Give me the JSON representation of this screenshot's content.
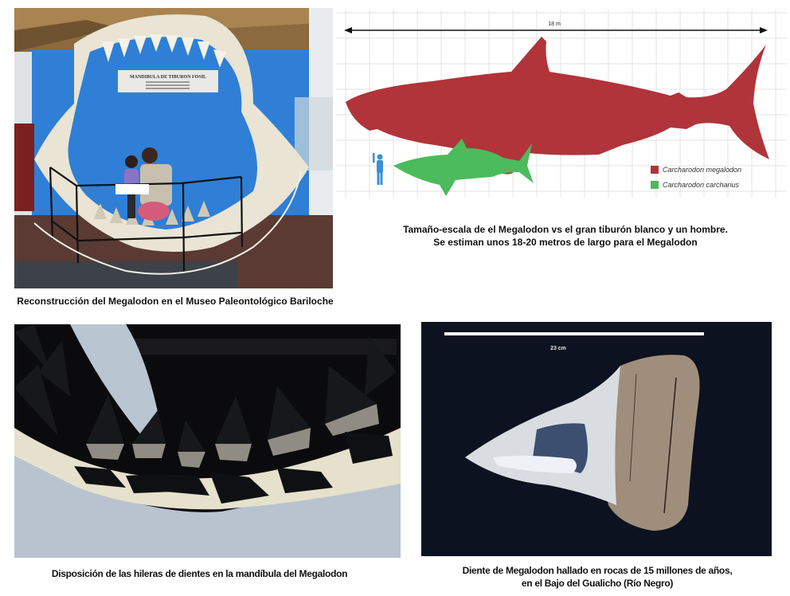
{
  "panels": {
    "museum": {
      "sign_title": "MANDIBULA DE TIBURON FOSIL",
      "caption": "Reconstrucción del Megalodon en el Museo Paleontológico Bariloche"
    },
    "size_chart": {
      "scale_label": "18 m",
      "caption_line1": "Tamaño-escala de el Megalodon vs el gran tiburón blanco y un hombre.",
      "caption_line2": "Se estiman unos 18-20 metros de largo para el Megalodon",
      "legend": [
        {
          "label": "Carcharodon megalodon",
          "color": "#b0343a"
        },
        {
          "label": "Carcharodon carcharius",
          "color": "#4cbb5c"
        }
      ],
      "human_color": "#3a8fd8"
    },
    "teeth": {
      "caption": "Disposición de las hileras de dientes en la mandíbula del Megalodon"
    },
    "tooth": {
      "scale_label": "23 cm",
      "caption_line1": "Diente de Megalodon hallado en rocas de 15 millones de años,",
      "caption_line2": "en el Bajo del Gualicho (Río Negro)"
    }
  }
}
